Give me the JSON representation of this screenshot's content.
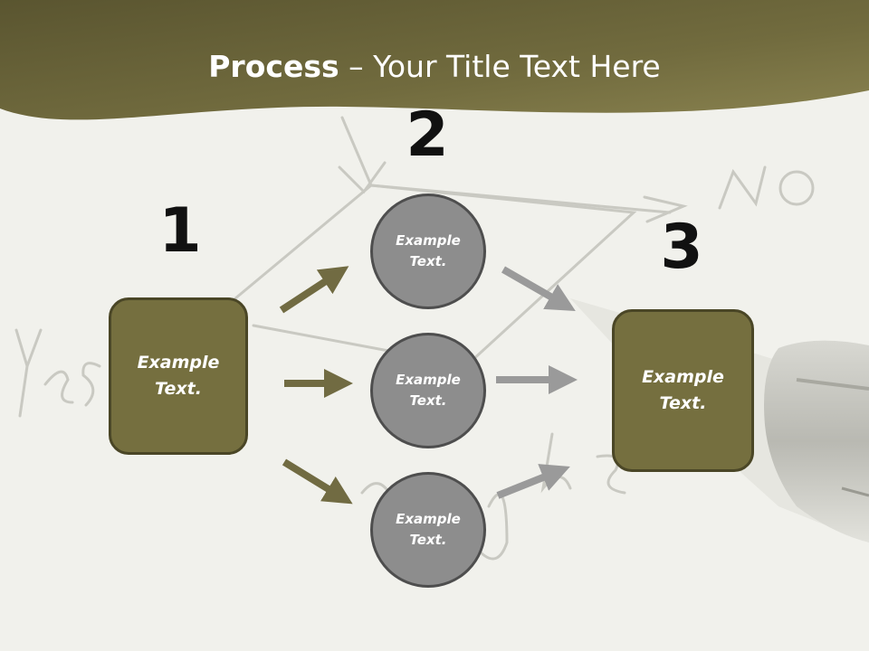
{
  "title": {
    "bold": "Process",
    "rest": " – Your Title Text Here"
  },
  "steps": [
    {
      "number": "1",
      "label": "Example Text."
    },
    {
      "number": "2",
      "items": [
        "Example Text.",
        "Example Text.",
        "Example Text."
      ]
    },
    {
      "number": "3",
      "label": "Example Text."
    }
  ],
  "background_scribbles": [
    "Yes",
    "No",
    "Maybe"
  ],
  "colors": {
    "header_band": "#6f6a3c",
    "olive_box": "#756f3f",
    "olive_arrow": "#716b42",
    "gray_circle": "#8d8d8d",
    "gray_arrow": "#9a9a9a",
    "background": "#f1f1ec"
  }
}
